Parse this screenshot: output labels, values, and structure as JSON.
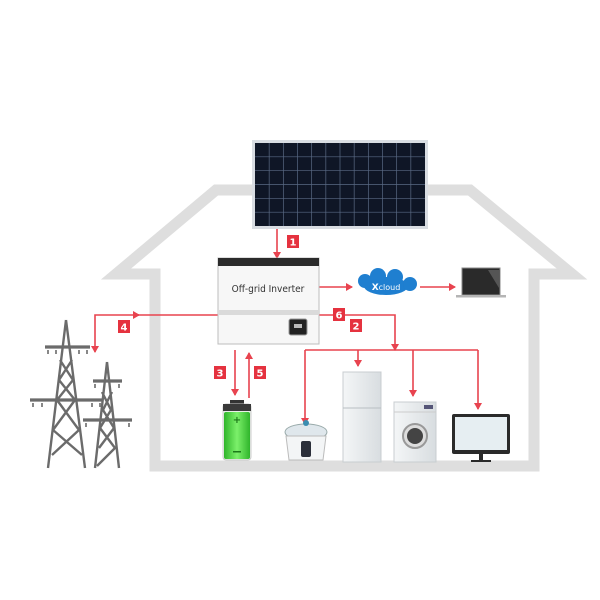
{
  "diagram": {
    "inverter_label": "Off-grid Inverter",
    "cloud_label": "Xcloud",
    "cloud_logo_letter": "X",
    "cloud_logo_rest": "cloud",
    "flow_labels": [
      "1",
      "2",
      "3",
      "4",
      "5",
      "6"
    ],
    "colors": {
      "flow_line": "#e8434f",
      "badge": "#e5323f",
      "house_outline": "#dedede",
      "cloud": "#1f7fd0",
      "battery_fill": "#3fd23a",
      "pylon": "#6b6b6b",
      "panel": "#101828"
    },
    "icons": [
      "solar-panel-icon",
      "inverter-icon",
      "cloud-icon",
      "laptop-icon",
      "battery-icon",
      "power-pylon-icon",
      "rice-cooker-icon",
      "refrigerator-icon",
      "washing-machine-icon",
      "monitor-icon"
    ]
  }
}
